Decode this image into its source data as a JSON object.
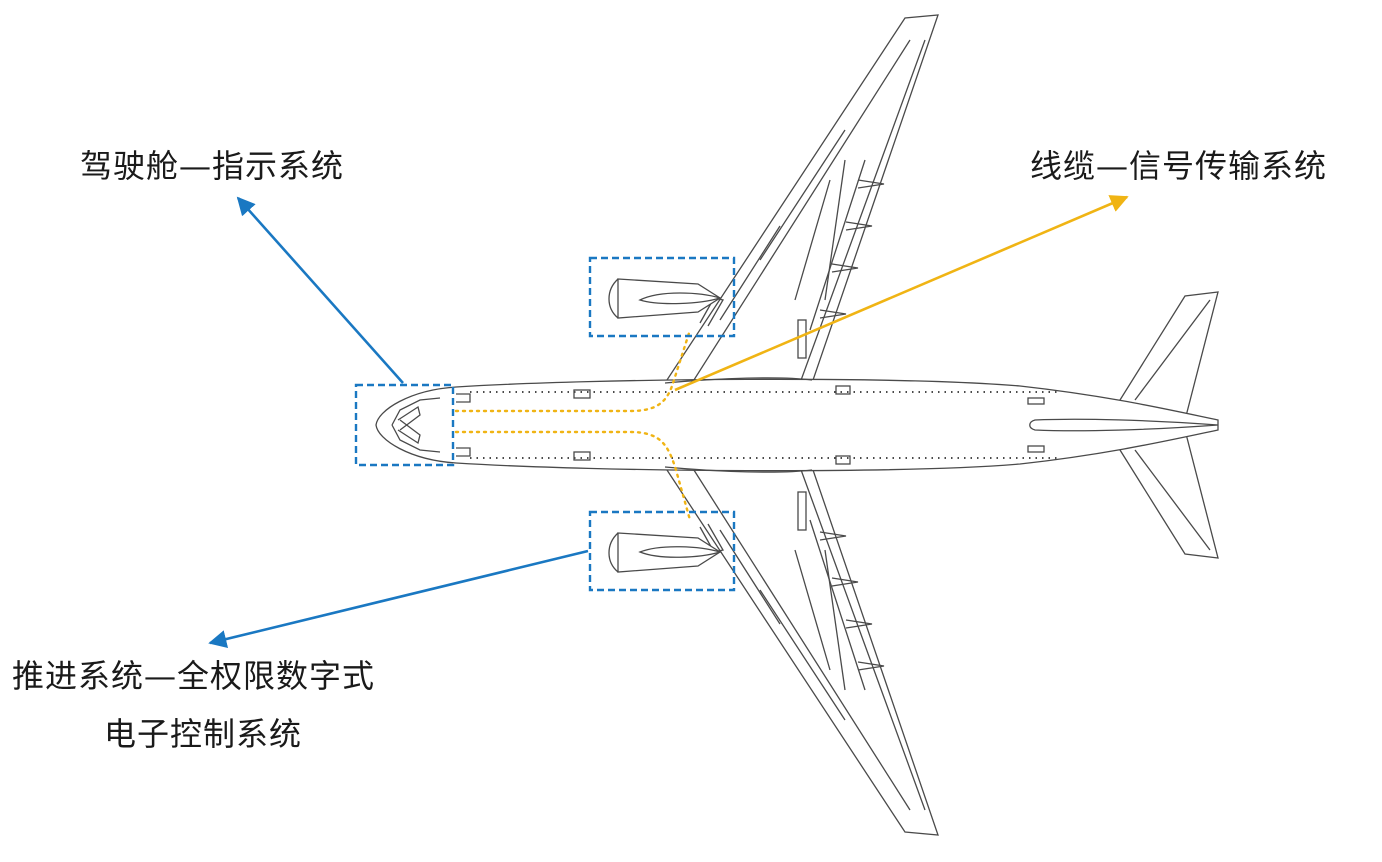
{
  "labels": {
    "cockpit": "驾驶舱—指示系统",
    "cable": "线缆—信号传输系统",
    "propulsion_line1": "推进系统—全权限数字式",
    "propulsion_line2": "电子控制系统"
  },
  "colors": {
    "outline": "#4a4a4a",
    "highlight_box": "#1a78c2",
    "arrow_blue": "#1a78c2",
    "arrow_orange": "#f0b414",
    "cable_dots": "#f0b414",
    "text": "#1a1a1a"
  }
}
